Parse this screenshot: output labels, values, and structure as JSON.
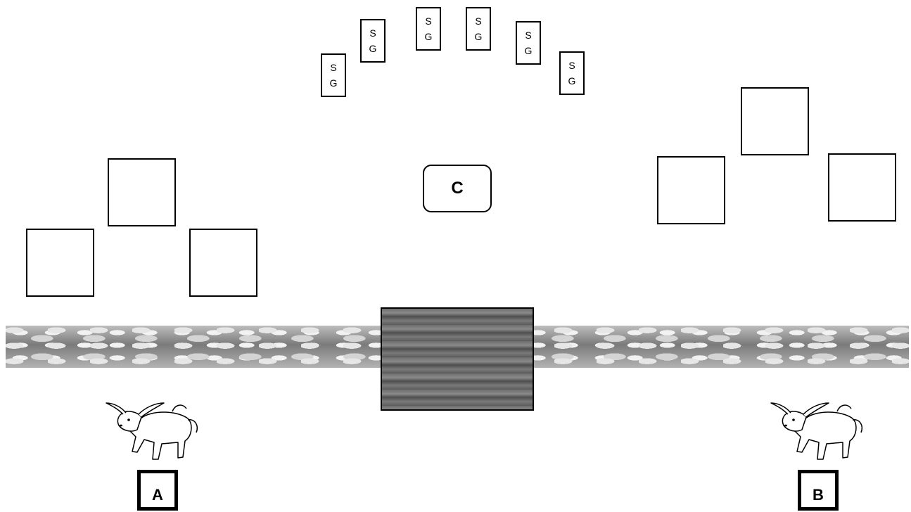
{
  "sg_markers": [
    {
      "l1": "S",
      "l2": "G"
    },
    {
      "l1": "S",
      "l2": "G"
    },
    {
      "l1": "S",
      "l2": "G"
    },
    {
      "l1": "S",
      "l2": "G"
    },
    {
      "l1": "S",
      "l2": "G"
    },
    {
      "l1": "S",
      "l2": "G"
    }
  ],
  "center": {
    "label": "C"
  },
  "stations": {
    "a": "A",
    "b": "B"
  },
  "icons": {
    "animal": "bull-icon",
    "river": "pebble-river",
    "bridge": "wooden-bridge"
  }
}
